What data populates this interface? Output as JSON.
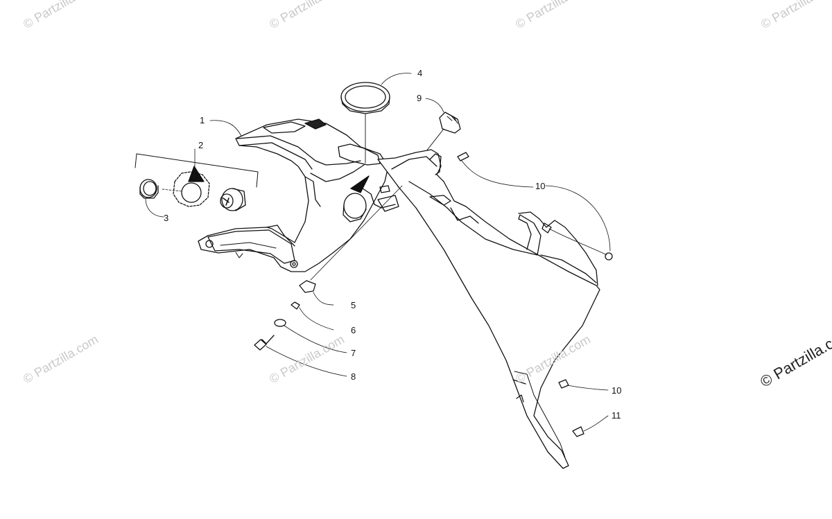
{
  "diagram": {
    "callouts": [
      "1",
      "2",
      "3",
      "4",
      "5",
      "6",
      "7",
      "8",
      "9",
      "10",
      "10",
      "11"
    ],
    "watermark": "© Partzilla.com",
    "watermark_edge": "© Partzilla.c"
  }
}
